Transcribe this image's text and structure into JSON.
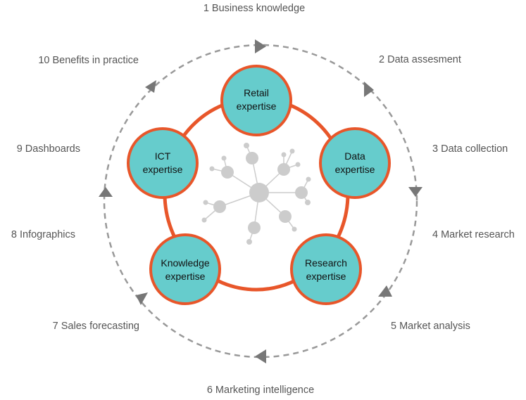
{
  "steps": [
    {
      "label": "1 Business knowledge"
    },
    {
      "label": "2 Data assesment"
    },
    {
      "label": "3 Data collection"
    },
    {
      "label": "4 Market research"
    },
    {
      "label": "5 Market analysis"
    },
    {
      "label": "6 Marketing intelligence"
    },
    {
      "label": "7 Sales forecasting"
    },
    {
      "label": "8 Infographics"
    },
    {
      "label": "9 Dashboards"
    },
    {
      "label": "10 Benefits in practice"
    }
  ],
  "expertise": [
    {
      "line1": "Retail",
      "line2": "expertise"
    },
    {
      "line1": "Data",
      "line2": "expertise"
    },
    {
      "line1": "Research",
      "line2": "expertise"
    },
    {
      "line1": "Knowledge",
      "line2": "expertise"
    },
    {
      "line1": "ICT",
      "line2": "expertise"
    }
  ],
  "colors": {
    "node_fill": "#66cccc",
    "node_stroke": "#e8562a",
    "ring": "#e8562a",
    "cycle": "#999999",
    "arrow": "#777777",
    "network": "#cccccc"
  }
}
